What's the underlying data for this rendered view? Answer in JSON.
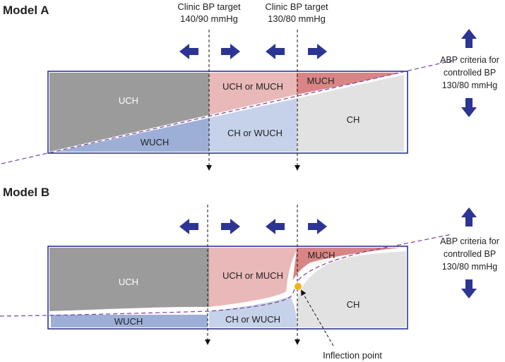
{
  "colors": {
    "uch": "#9b9b9b",
    "uch_or_much": "#e9b8b8",
    "much": "#d98585",
    "wuch": "#9dafd6",
    "ch_or_wuch": "#c6d2ea",
    "ch": "#e2e2e2",
    "frame": "#2c3593",
    "arrow": "#2c3593",
    "criteria_line": "#7b3f9e",
    "inflection": "#f2b21a"
  },
  "targets": {
    "left": {
      "line1": "Clinic BP target",
      "line2": "140/90 mmHg"
    },
    "right": {
      "line1": "Clinic BP target",
      "line2": "130/80 mmHg"
    }
  },
  "criteria": {
    "line1": "ABP criteria for",
    "line2": "controlled BP",
    "line3": "130/80 mmHg"
  },
  "models": [
    {
      "title": "Model A",
      "labels": {
        "uch": "UCH",
        "uch_or_much": "UCH or MUCH",
        "much": "MUCH",
        "wuch": "WUCH",
        "ch_or_wuch": "CH or WUCH",
        "ch": "CH"
      }
    },
    {
      "title": "Model B",
      "labels": {
        "uch": "UCH",
        "uch_or_much": "UCH or MUCH",
        "much": "MUCH",
        "wuch": "WUCH",
        "ch_or_wuch": "CH or WUCH",
        "ch": "CH"
      },
      "inflection_label": "Inflection point"
    }
  ]
}
